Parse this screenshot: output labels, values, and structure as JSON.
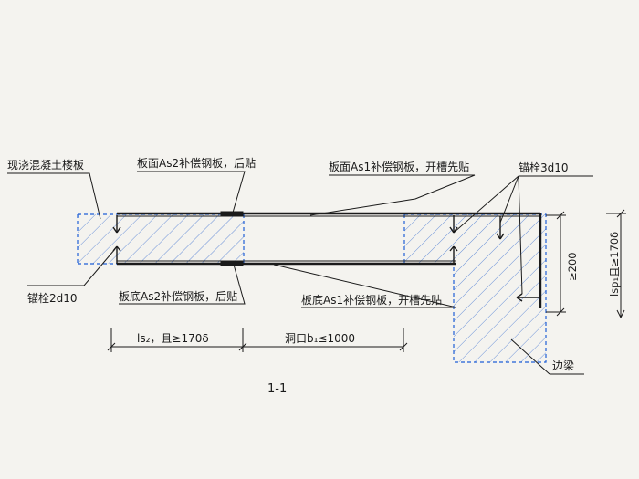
{
  "section_title": "1-1",
  "labels": {
    "cast_in_place_slab": "现浇混凝土楼板",
    "top_as2_plate": "板面As2补偿钢板，后贴",
    "top_as1_plate": "板面As1补偿钢板，开槽先贴",
    "anchor_3d10": "锚栓3d10",
    "anchor_2d10": "锚栓2d10",
    "bottom_as2_plate": "板底As2补偿钢板，后贴",
    "bottom_as1_plate": "板底As1补偿钢板，开槽先贴",
    "edge_beam": "边梁"
  },
  "dimensions": {
    "anchor_length": "ls₂，且≥170δ",
    "opening_width": "洞口b₁≤1000",
    "min_depth": "≥200",
    "anchor_length_vertical": "lsp₁且≥170δ"
  },
  "colors": {
    "line": "#1a1a1a",
    "concrete_edge": "#1f5fd6",
    "hatch": "#5b86d6",
    "background": "#f4f3ef"
  }
}
